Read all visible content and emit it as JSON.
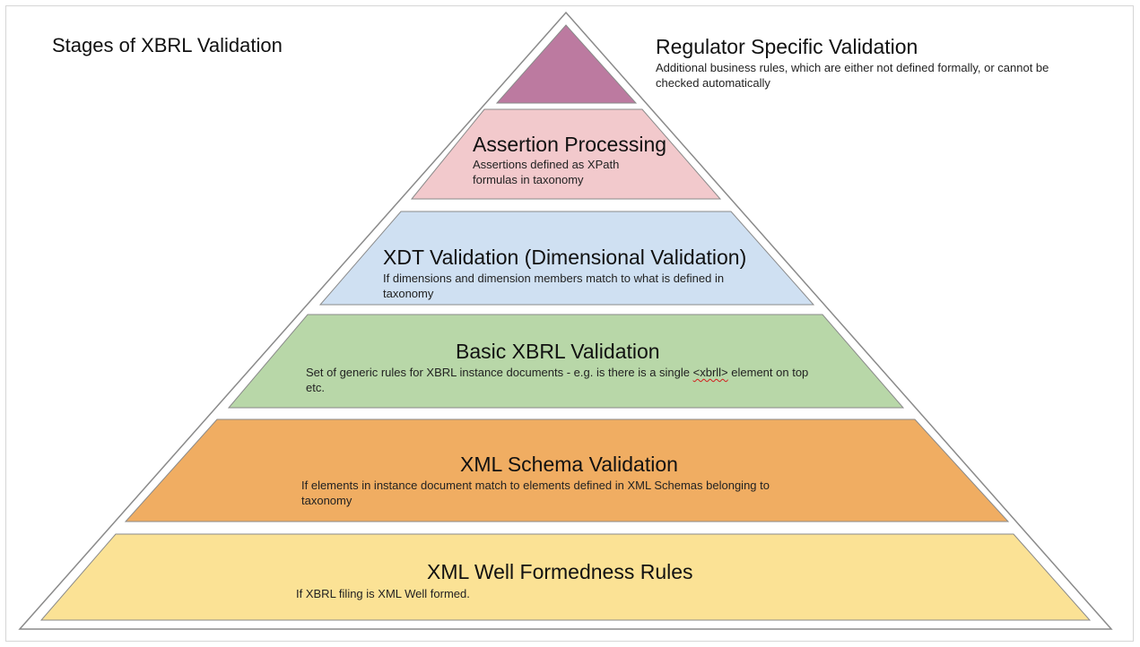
{
  "page_title": "Stages of XBRL Validation",
  "colors": {
    "outline": "#8a8a8a",
    "regulator": "#bc7aa0",
    "assertion": "#f2c9cc",
    "xdt": "#cfe0f2",
    "basic": "#b8d7a8",
    "schema": "#f0ad62",
    "wellformed": "#fbe295"
  },
  "stages": {
    "regulator": {
      "title": "Regulator Specific Validation",
      "desc": "Additional business rules, which are either not defined formally, or cannot be checked automatically"
    },
    "assertion": {
      "title": "Assertion Processing",
      "desc": "Assertions defined as XPath formulas in taxonomy"
    },
    "xdt": {
      "title": "XDT Validation (Dimensional Validation)",
      "desc": "If dimensions and dimension members match to what is defined in taxonomy"
    },
    "basic": {
      "title": "Basic XBRL Validation",
      "desc_before": "Set of generic rules for XBRL instance documents - e.g. is there is a single ",
      "desc_flagged": "<xbrll>",
      "desc_after": " element on top etc."
    },
    "schema": {
      "title": "XML Schema Validation",
      "desc": "If elements in instance document match to elements defined in XML Schemas belonging to taxonomy"
    },
    "wellformed": {
      "title": "XML Well Formedness Rules",
      "desc": "If XBRL filing is XML Well formed."
    }
  }
}
